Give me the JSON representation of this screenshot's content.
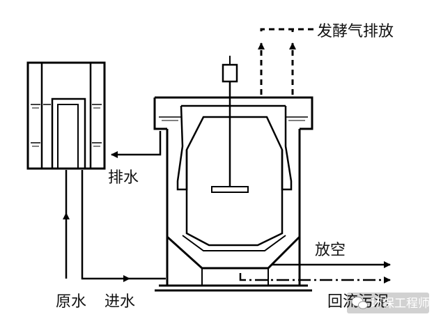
{
  "labels": {
    "fermentation_gas": "发酵气排放",
    "drain": "排水",
    "vent": "放空",
    "raw_water": "原水",
    "inlet": "进水",
    "return_sludge": "回流污泥"
  },
  "watermark": {
    "text": "环保工程师",
    "icon": "wechat-icon"
  },
  "colors": {
    "line": "#000000",
    "background": "#ffffff"
  }
}
